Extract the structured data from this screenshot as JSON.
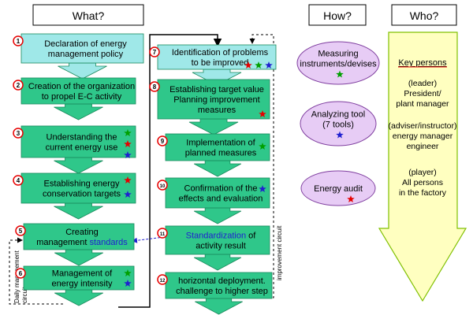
{
  "headers": {
    "what": "What?",
    "how": "How?",
    "who": "Who?"
  },
  "colors": {
    "box": "#2fc78a",
    "box_light": "#9fe8e8",
    "oval": "#e7ccf5",
    "who_fill": "#ffffc0",
    "red": "#e60000",
    "green": "#00a000",
    "blue": "#2020d0",
    "dark_red": "#800000"
  },
  "steps": [
    {
      "num": "1",
      "lines": [
        "Declaration of energy",
        "management policy"
      ],
      "stars": []
    },
    {
      "num": "2",
      "lines": [
        "Creation of the organization",
        "to propel E-C activity"
      ],
      "stars": []
    },
    {
      "num": "3",
      "lines": [
        "Understanding the",
        "current energy use"
      ],
      "stars": [
        "green",
        "red",
        "blue"
      ]
    },
    {
      "num": "4",
      "lines": [
        "Establishing energy",
        "conservation targets"
      ],
      "stars": [
        "red",
        "blue"
      ]
    },
    {
      "num": "5",
      "lines": [
        "Creating",
        "management"
      ],
      "highlight": "standards",
      "stars": []
    },
    {
      "num": "6",
      "lines": [
        "Management of",
        "energy intensity"
      ],
      "stars": [
        "green",
        "blue"
      ]
    },
    {
      "num": "7",
      "lines": [
        "Identification of problems",
        "to be improved"
      ],
      "stars": [
        "red",
        "green",
        "blue"
      ]
    },
    {
      "num": "8",
      "lines": [
        "Establishing target value",
        "Planning improvement",
        "measures"
      ],
      "stars": [
        "red"
      ]
    },
    {
      "num": "9",
      "lines": [
        "Implementation of",
        "planned measures"
      ],
      "stars": [
        "green"
      ]
    },
    {
      "num": "10",
      "lines": [
        "Confirmation of the",
        "effects and evaluation"
      ],
      "stars": [
        "blue"
      ]
    },
    {
      "num": "11",
      "highlight": "Standardization",
      "lines": [
        " of",
        "activity result"
      ],
      "stars": []
    },
    {
      "num": "12",
      "lines": [
        "horizontal deployment.",
        "challenge to higher step"
      ],
      "stars": []
    }
  ],
  "circuits": {
    "daily": [
      "Daily management",
      "circuit"
    ],
    "improvement": "improvement circuit"
  },
  "how": [
    {
      "lines": [
        "Measuring",
        "instruments/devises"
      ],
      "stars": [
        "green"
      ]
    },
    {
      "lines": [
        "Analyzing tool",
        "(7 tools)"
      ],
      "stars": [
        "blue"
      ]
    },
    {
      "lines": [
        "Energy audit"
      ],
      "stars": [
        "red"
      ]
    }
  ],
  "who": {
    "title": "Key persons",
    "groups": [
      [
        "(leader)",
        "President/",
        "plant manager"
      ],
      [
        "(adviser/instructor)",
        "energy manager",
        "engineer"
      ],
      [
        "(player)",
        "All persons",
        "in the factory"
      ]
    ]
  }
}
